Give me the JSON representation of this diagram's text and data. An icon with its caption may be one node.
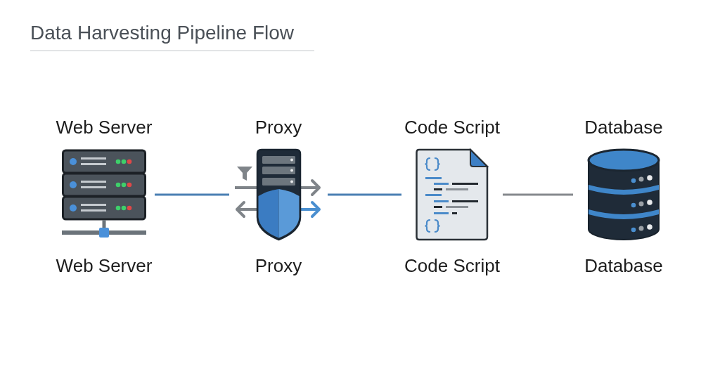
{
  "diagram": {
    "title": "Data Harvesting Pipeline Flow",
    "nodes": [
      {
        "text": [
          "Web Server",
          "Web Server"
        ]
      },
      {
        "text": [
          "Proxy",
          "Proxy"
        ]
      },
      {
        "text": [
          "Code Script",
          "Code Script"
        ]
      },
      {
        "text": [
          "Database",
          "Database"
        ]
      }
    ],
    "edges": [
      {
        "from": 0,
        "to": 1,
        "arrow": "none"
      },
      {
        "from": 1,
        "to": 2,
        "arrow": "none"
      },
      {
        "from": 2,
        "to": 3,
        "arrow": "none",
        "color": "#85898d"
      }
    ]
  }
}
